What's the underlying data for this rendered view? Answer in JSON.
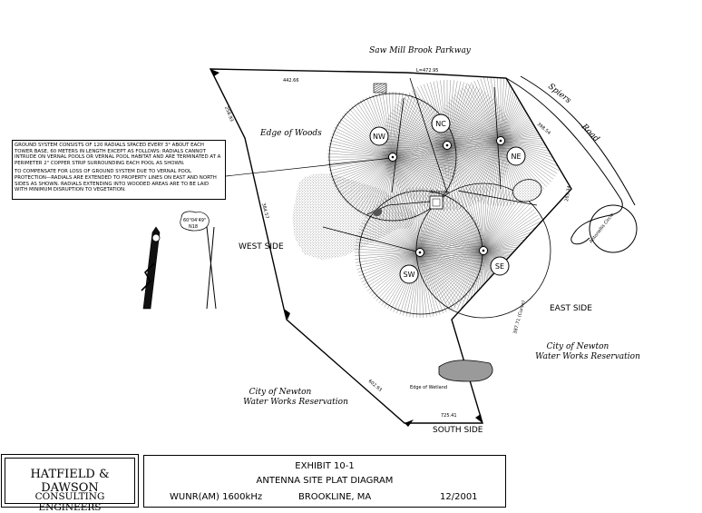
{
  "roads": {
    "north": "Saw Mill Brook Parkway",
    "east_a": "Spiers",
    "east_b": "Road",
    "circle": "Antonellis Circle"
  },
  "labels": {
    "edge_of_woods": "Edge of Woods",
    "west_side": "WEST SIDE",
    "east_side": "EAST SIDE",
    "south_side": "SOUTH SIDE",
    "newton_east_1": "City of Newton",
    "newton_east_2": "Water Works Reservation",
    "newton_south_1": "City of Newton",
    "newton_south_2": "Water Works Reservation",
    "edge_of_wetland": "Edge of Wetland",
    "antenna": "Antenna",
    "bearing": "60°04'49\"",
    "bearing_sub": "N18",
    "dim_top": "442.66",
    "dim_top2": "L=472.95",
    "dim_nw": "258.93",
    "dim_west": "384.57",
    "dim_sw": "602.93",
    "dim_s": "725.41",
    "dim_e": "387.71 (Curve)",
    "dim_ne": "265.34",
    "dim_ne2": "398.54"
  },
  "towers": [
    "NW",
    "NC",
    "NE",
    "SW",
    "SE"
  ],
  "note": {
    "para1": "Ground system consists of 120 radials spaced every 3° about each tower base, 60 meters in length except as follows: radials cannot intrude on vernal pools or vernal pool habitat and are terminated at a perimeter 2\" copper strip surrounding each pool as shown.",
    "para2": "To compensate for loss of ground system due to vernal pool protection—radials are extended to property lines on east and north sides as shown. Radials extending into wooded areas are to be laid with minimum disruption to vegetation."
  },
  "firm": {
    "name": "HATFIELD & DAWSON",
    "subtitle": "CONSULTING ENGINEERS"
  },
  "title_block": {
    "exhibit": "EXHIBIT 10-1",
    "title": "ANTENNA SITE PLAT DIAGRAM",
    "station": "WUNR(AM) 1600kHz",
    "location": "BROOKLINE, MA",
    "date": "12/2001"
  }
}
